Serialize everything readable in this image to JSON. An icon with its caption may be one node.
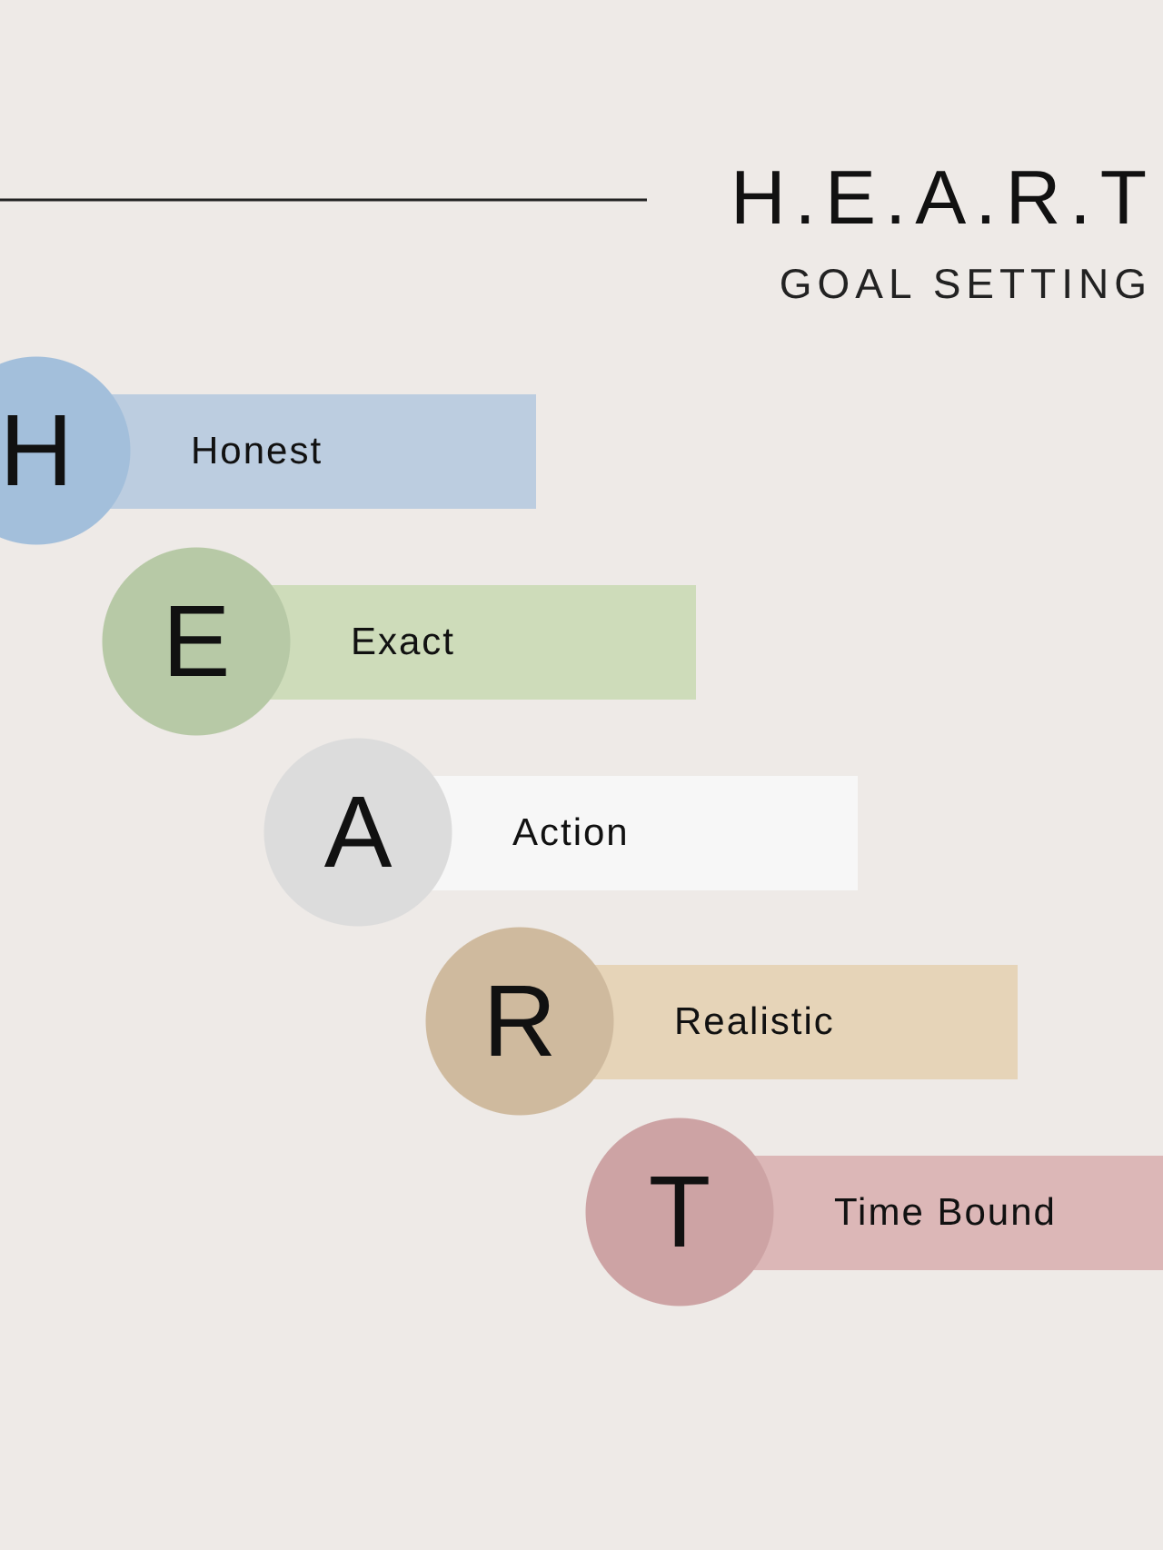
{
  "diagram": {
    "title": "H.E.A.R.T",
    "nodes": [
      {
        "text": [
          "H"
        ]
      },
      {
        "text": [
          "Honest"
        ]
      },
      {
        "text": [
          "E"
        ]
      },
      {
        "text": [
          "Exact"
        ]
      },
      {
        "text": [
          "A"
        ]
      },
      {
        "text": [
          "Action"
        ]
      },
      {
        "text": [
          "R"
        ]
      },
      {
        "text": [
          "Realistic"
        ]
      },
      {
        "text": [
          "T"
        ]
      },
      {
        "text": [
          "Time Bound"
        ]
      }
    ],
    "labels": [
      "GOAL SETTING"
    ]
  }
}
